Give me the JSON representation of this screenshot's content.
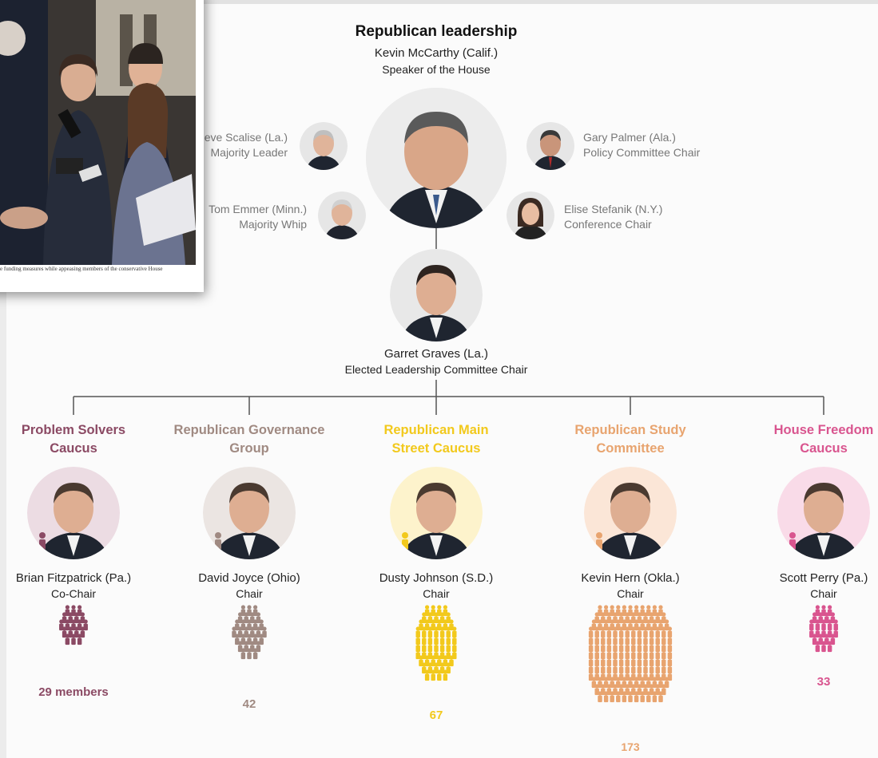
{
  "leadership": {
    "title": "Republican leadership",
    "speaker": {
      "name": "Kevin McCarthy (Calif.)",
      "role": "Speaker of the House"
    },
    "majority_leader": {
      "name": "eve Scalise (La.)",
      "role": "Majority Leader"
    },
    "majority_whip": {
      "name": "Tom Emmer (Minn.)",
      "role": "Majority Whip"
    },
    "policy_chair": {
      "name": "Gary Palmer (Ala.)",
      "role": "Policy Committee Chair"
    },
    "conference_chair": {
      "name": "Elise Stefanik (N.Y.)",
      "role": "Conference Chair"
    },
    "elc_chair": {
      "name": "Garret Graves (La.)",
      "role": "Elected Leadership Committee Chair"
    }
  },
  "groups": [
    {
      "name_line1": "Problem Solvers",
      "name_line2": "Caucus",
      "leader": "Brian Fitzpatrick (Pa.)",
      "role": "Co-Chair",
      "count_label": "29 members",
      "members": 29,
      "color": "#8b4a64"
    },
    {
      "name_line1": "Republican Governance",
      "name_line2": "Group",
      "leader": "David Joyce (Ohio)",
      "role": "Chair",
      "count_label": "42",
      "members": 42,
      "color": "#a08a82"
    },
    {
      "name_line1": "Republican Main",
      "name_line2": "Street Caucus",
      "leader": "Dusty Johnson (S.D.)",
      "role": "Chair",
      "count_label": "67",
      "members": 67,
      "color": "#f2c91c"
    },
    {
      "name_line1": "Republican Study",
      "name_line2": "Committee",
      "leader": "Kevin Hern (Okla.)",
      "role": "Chair",
      "count_label": "173",
      "members": 173,
      "color": "#e8a46f"
    },
    {
      "name_line1": "House Freedom",
      "name_line2": "Caucus",
      "leader": "Scott Perry (Pa.)",
      "role": "Chair",
      "count_label": "33",
      "members": 33,
      "color": "#d9558f"
    }
  ],
  "photo_caption": "e funding measures while appeasing members of the conservative House",
  "colors": {
    "connector": "#555555",
    "portrait_bg": "#e8e8e8"
  }
}
